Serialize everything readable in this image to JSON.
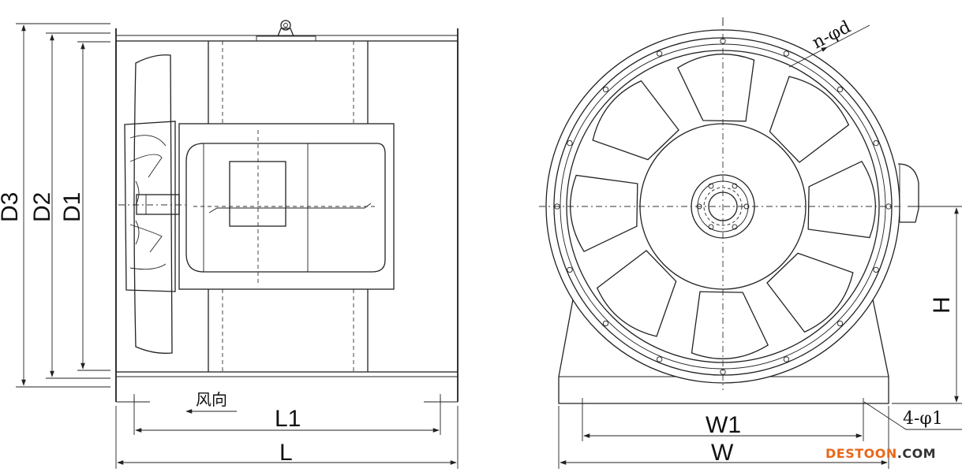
{
  "side_view": {
    "dims": {
      "d3": "D3",
      "d2": "D2",
      "d1": "D1",
      "l1": "L1",
      "l": "L"
    },
    "airflow": "风向"
  },
  "front_view": {
    "dims": {
      "w1": "W1",
      "w": "W",
      "h": "H"
    },
    "holes_flange": "n-φd",
    "holes_base": "4-φ1"
  },
  "watermark": {
    "brand": "DESTOON",
    "suffix": ".COM",
    "color_brand": "#e8671a",
    "color_suffix": "#333333"
  }
}
